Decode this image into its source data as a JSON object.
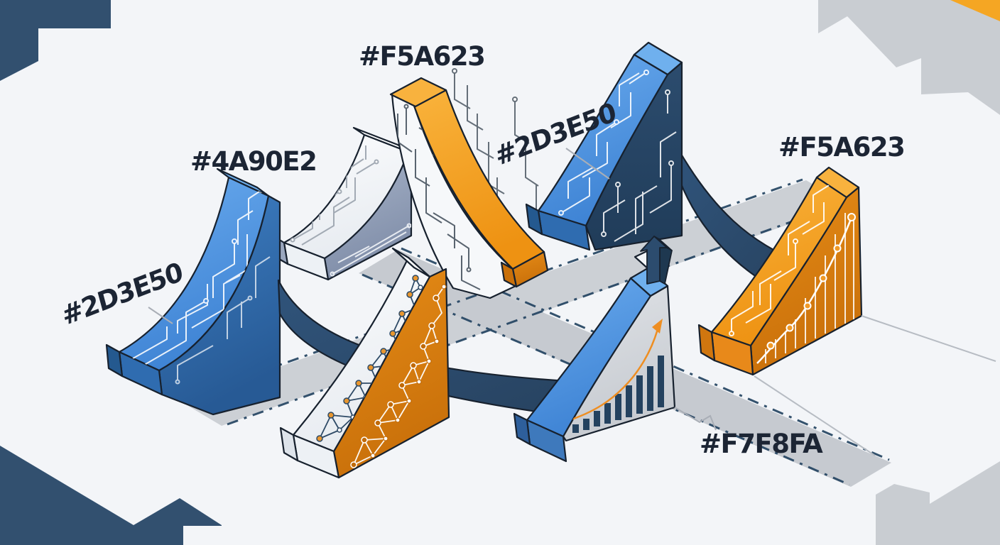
{
  "illustration": {
    "description": "Isometric brand-palette illustration of seven exponential-curve ramps decorated with circuit, network and chart motifs",
    "background": "#F7F8FA"
  },
  "labels": [
    {
      "id": "navy-left",
      "text": "#2D3E50"
    },
    {
      "id": "blue-left",
      "text": "#4A90E2"
    },
    {
      "id": "orange-center",
      "text": "#F5A623"
    },
    {
      "id": "navy-right",
      "text": "#2D3E50"
    },
    {
      "id": "orange-right",
      "text": "#F5A623"
    },
    {
      "id": "light-bottom",
      "text": "#F7F8FA"
    }
  ],
  "palette": {
    "blue": "#4A90E2",
    "orange": "#F5A623",
    "navy": "#2D3E50",
    "light": "#F7F8FA",
    "road_gray": "#C9CDD2",
    "outline": "#17212E"
  },
  "components": [
    "left-blue-circuit-ramp",
    "white-circuit-ramp",
    "orange-slide-ramp",
    "network-ramp",
    "right-blue-circuit-ramp",
    "bar-chart-ramp",
    "right-orange-chart-ramp",
    "navy-ribbon-left",
    "navy-ribbon-right",
    "up-arrow"
  ]
}
